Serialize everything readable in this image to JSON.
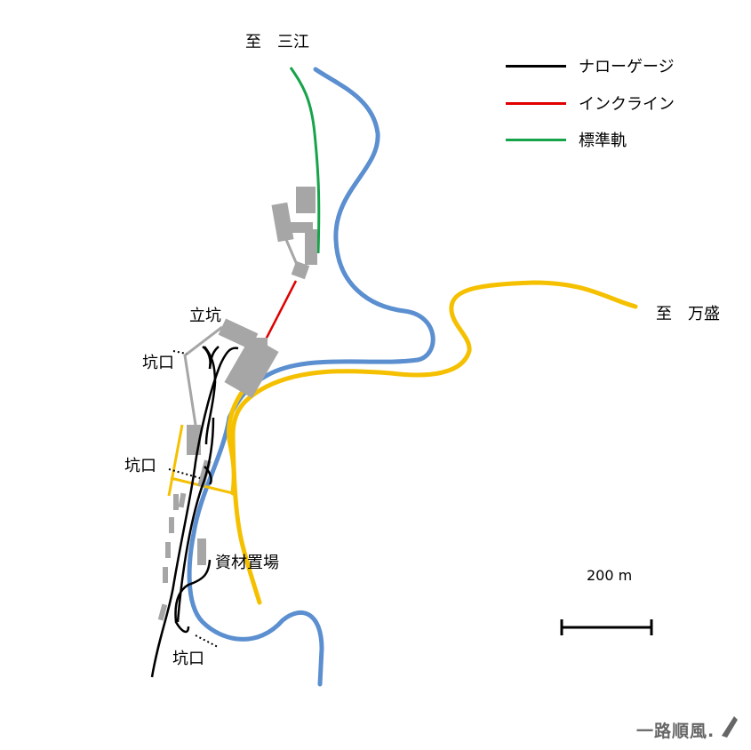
{
  "labels": {
    "to_mie": "至　三江",
    "to_manmori": "至　万盛",
    "shaft": "立坑",
    "adit_1": "坑口",
    "adit_2": "坑口",
    "adit_3": "坑口",
    "materials_yard": "資材置場"
  },
  "legend": [
    {
      "label": "ナローゲージ",
      "color": "#000000"
    },
    {
      "label": "インクライン",
      "color": "#e00000"
    },
    {
      "label": "標準軌",
      "color": "#16a34a"
    }
  ],
  "scale": {
    "label": "200 m"
  },
  "credit": {
    "text": "一路順風."
  },
  "colors": {
    "river": "#5b8fd0",
    "road": "#f5c000",
    "facility": "#a6a6a6"
  },
  "icons": {
    "credit_icon": "pen-nib-icon"
  }
}
